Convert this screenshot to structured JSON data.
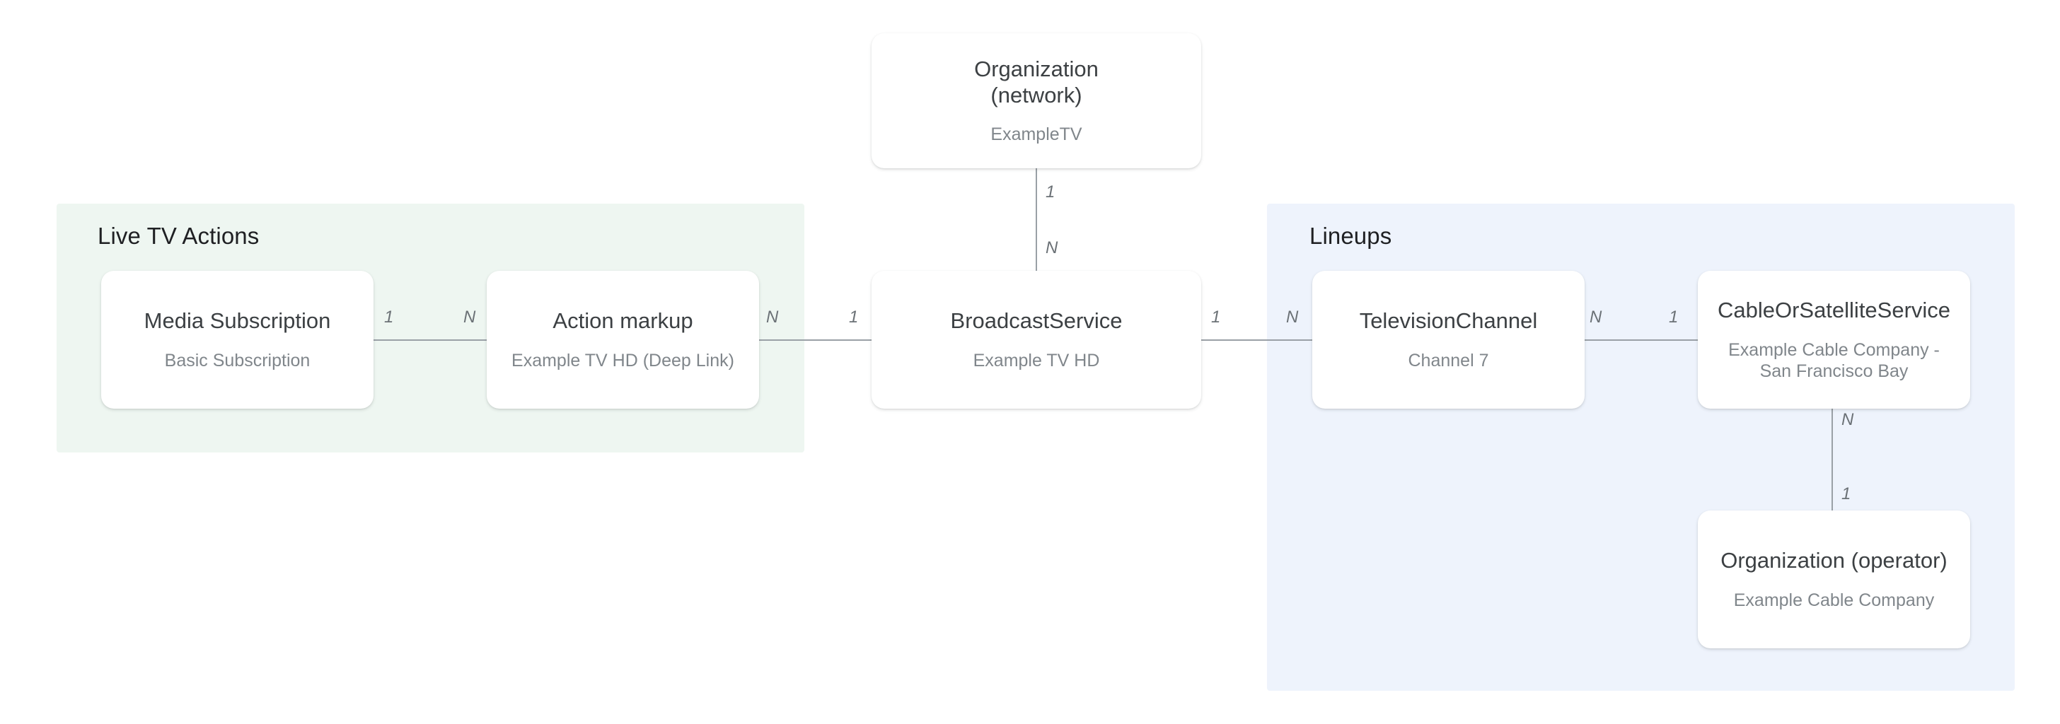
{
  "groups": [
    {
      "id": "live-tv-actions",
      "title": "Live TV Actions",
      "color": "#eef6f1"
    },
    {
      "id": "lineups",
      "title": "Lineups",
      "color": "#eef3fc"
    }
  ],
  "nodes": {
    "organization_network": {
      "title": "Organization\n(network)",
      "subtitle": "ExampleTV"
    },
    "media_subscription": {
      "title": "Media Subscription",
      "subtitle": "Basic Subscription"
    },
    "action_markup": {
      "title": "Action markup",
      "subtitle": "Example TV HD (Deep Link)"
    },
    "broadcast_service": {
      "title": "BroadcastService",
      "subtitle": "Example TV HD"
    },
    "television_channel": {
      "title": "TelevisionChannel",
      "subtitle": "Channel 7"
    },
    "cable_or_satellite_service": {
      "title": "CableOrSatelliteService",
      "subtitle": "Example Cable Company -\nSan Francisco Bay"
    },
    "organization_operator": {
      "title": "Organization (operator)",
      "subtitle": "Example Cable Company"
    }
  },
  "cardinalities": {
    "org_network_to_broadcast_top": "1",
    "org_network_to_broadcast_bottom": "N",
    "media_sub_right": "1",
    "action_markup_left": "N",
    "action_markup_right": "N",
    "broadcast_left": "1",
    "broadcast_right": "1",
    "tv_channel_left": "N",
    "tv_channel_right": "N",
    "cable_left": "1",
    "cable_bottom": "N",
    "org_operator_top": "1"
  },
  "colors": {
    "group_green": "#eef6f1",
    "group_blue": "#eef3fc",
    "card_bg": "#ffffff",
    "title_text": "#3c4043",
    "subtitle_text": "#80868b",
    "edge_line": "#9aa0a6",
    "cardinality_text": "#6b7176"
  }
}
